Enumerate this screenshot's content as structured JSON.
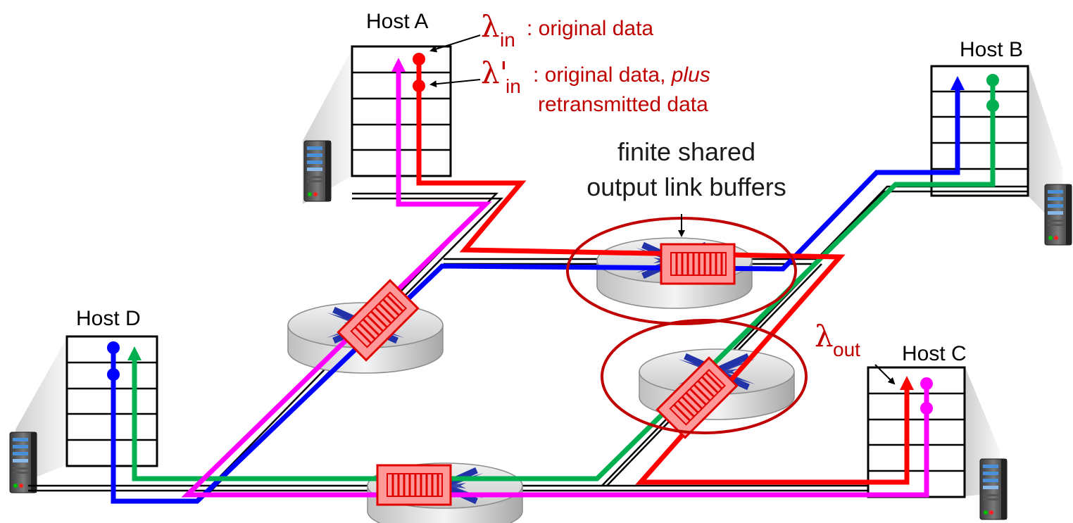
{
  "hosts": {
    "a": "Host A",
    "b": "Host B",
    "c": "Host C",
    "d": "Host D"
  },
  "labels": {
    "lambda_in_symbol": "λ",
    "lambda_in_sub": "in",
    "lambda_in_text": ": original data",
    "lambda_in_prime_symbol": "λ'",
    "lambda_in_prime_sub": "in",
    "lambda_in_prime_text": ": original data, ",
    "lambda_in_prime_plus": "plus",
    "lambda_in_prime_text2": "retransmitted data",
    "lambda_out_symbol": "λ",
    "lambda_out_sub": "out",
    "buffers_line1": "finite shared",
    "buffers_line2": "output link buffers"
  },
  "colors": {
    "red": "#ff0000",
    "magenta": "#ff00ff",
    "blue": "#0000ff",
    "green": "#00b050",
    "annotation_red": "#c00000",
    "router_body": "#d9d9d9",
    "buffer_fill": "#ff9999",
    "buffer_stroke": "#e00000"
  }
}
